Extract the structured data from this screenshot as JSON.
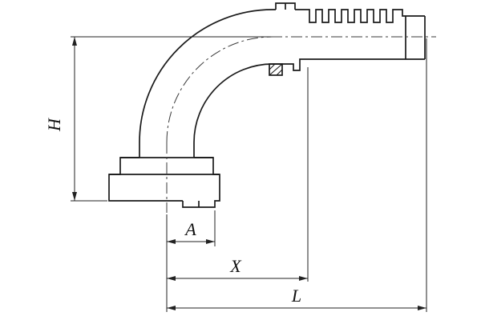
{
  "drawing": {
    "dimension_labels": {
      "h": "H",
      "a": "A",
      "x": "X",
      "l": "L"
    }
  },
  "colors": {
    "outline": "#1a1a1a",
    "dimension": "#222222",
    "centerline": "#3a3a3a",
    "background": "#ffffff"
  }
}
